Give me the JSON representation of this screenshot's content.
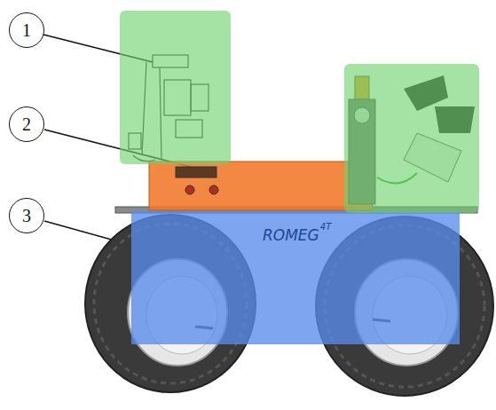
{
  "diagram": {
    "nodes": [
      {
        "text": [
          "1"
        ]
      },
      {
        "text": [
          "2"
        ]
      },
      {
        "text": [
          "3"
        ]
      }
    ],
    "labels": [
      "ROMEG",
      "4T"
    ]
  }
}
